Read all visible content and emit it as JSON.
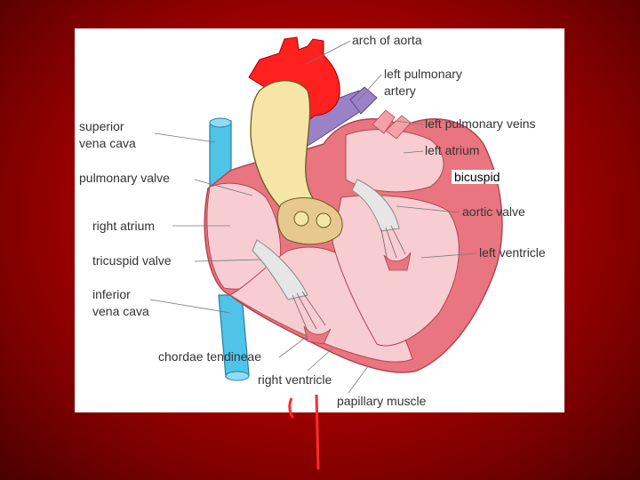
{
  "colors": {
    "background": "#b00000",
    "panel": "#ffffff",
    "aorta": "#ff2020",
    "pulmonary_artery": "#f5e6a8",
    "pulmonary_vessel": "#9b82c8",
    "vena_cava": "#4fc3e8",
    "heart_wall": "#e8757f",
    "chamber": "#f7cdd2",
    "valve": "#e6e6e6"
  },
  "labels": {
    "arch_of_aorta": "arch of aorta",
    "left_pulmonary_artery_1": "left pulmonary",
    "left_pulmonary_artery_2": "artery",
    "superior_vena_cava_1": "superior",
    "superior_vena_cava_2": "vena cava",
    "left_pulmonary_veins": "left pulmonary veins",
    "left_atrium": "left atrium",
    "pulmonary_valve": "pulmonary valve",
    "bicuspid": "bicuspid",
    "aortic_valve": "aortic valve",
    "right_atrium": "right atrium",
    "left_ventricle": "left ventricle",
    "tricuspid_valve": "tricuspid valve",
    "inferior_vena_cava_1": "inferior",
    "inferior_vena_cava_2": "vena cava",
    "chordae_tendineae": "chordae tendineae",
    "right_ventricle": "right ventricle",
    "papillary_muscle": "papillary muscle"
  }
}
